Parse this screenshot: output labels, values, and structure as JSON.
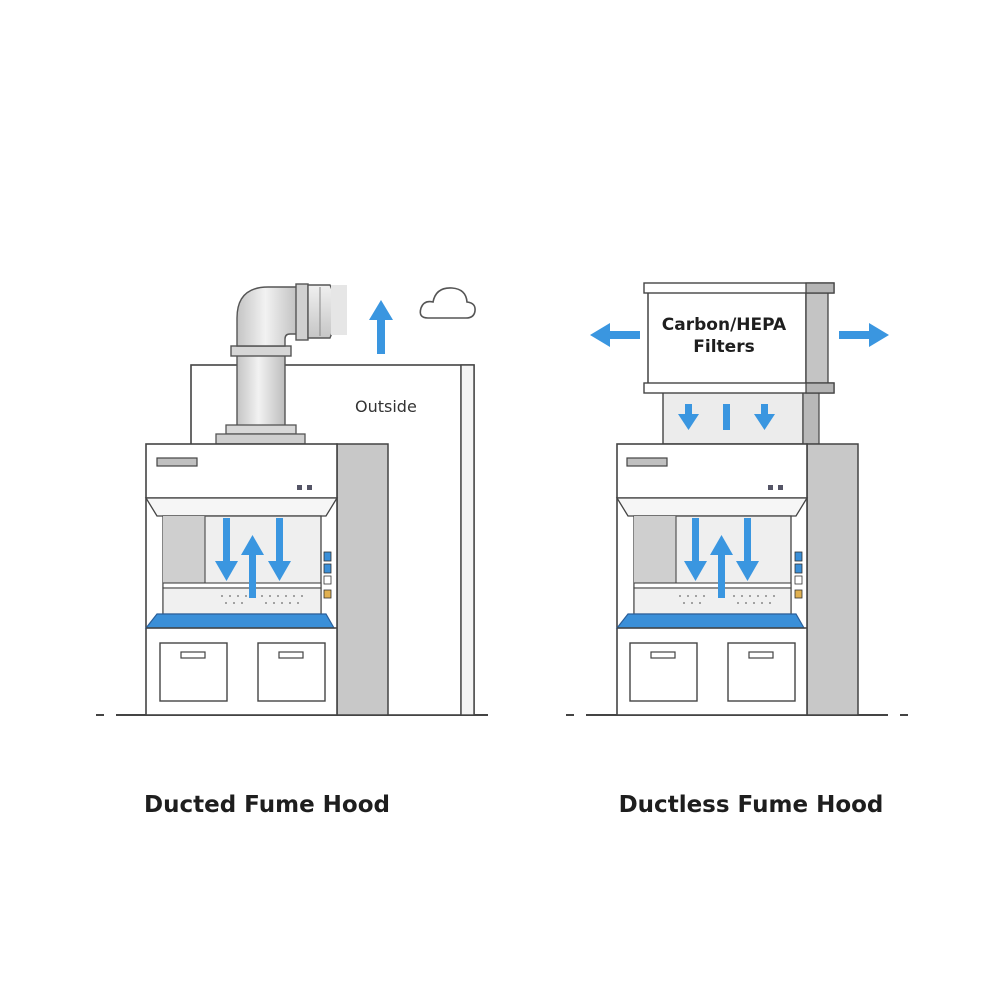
{
  "colors": {
    "airflow": "#3a96e0",
    "worksurface": "#3a8fd8",
    "outline": "#444444",
    "panel": "#c8c8c8",
    "panel_dark": "#b5b5b5",
    "window": "#ececec"
  },
  "icons": [
    "cloud-icon",
    "arrow-up-icon",
    "arrow-left-icon",
    "arrow-right-icon",
    "arrow-down-icon"
  ],
  "ducted": {
    "caption": "Ducted Fume Hood",
    "outside_label": "Outside"
  },
  "ductless": {
    "caption": "Ductless Fume Hood",
    "filter_label_line1": "Carbon/HEPA",
    "filter_label_line2": "Filters"
  }
}
